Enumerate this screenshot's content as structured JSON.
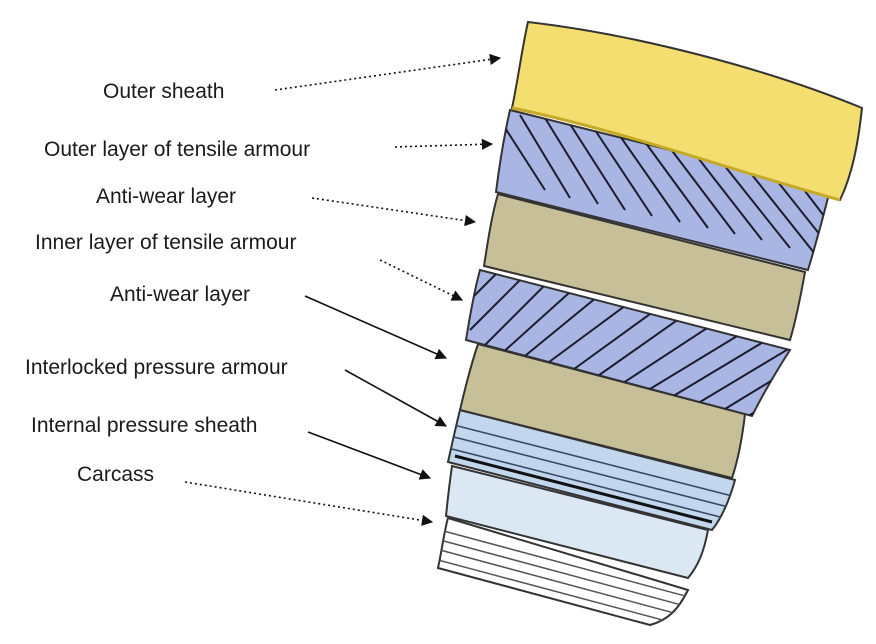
{
  "labels": [
    "Outer sheath",
    "Outer layer of tensile armour",
    "Anti-wear layer",
    "Inner layer of tensile armour",
    "Anti-wear layer",
    "Interlocked pressure armour",
    "Internal pressure sheath",
    "Carcass"
  ],
  "layers": [
    {
      "name": "outer-sheath",
      "fill": "#f3de6f"
    },
    {
      "name": "outer-tensile-armour",
      "fill": "#a9b5e3"
    },
    {
      "name": "anti-wear-outer",
      "fill": "#c7bf97"
    },
    {
      "name": "inner-tensile-armour",
      "fill": "#a9b5e3"
    },
    {
      "name": "anti-wear-inner",
      "fill": "#c7bf97"
    },
    {
      "name": "interlocked-pressure-armour",
      "fill": "#c2d7ee"
    },
    {
      "name": "internal-pressure-sheath",
      "fill": "#dbe8f4"
    },
    {
      "name": "carcass",
      "fill": "#ffffff"
    }
  ]
}
